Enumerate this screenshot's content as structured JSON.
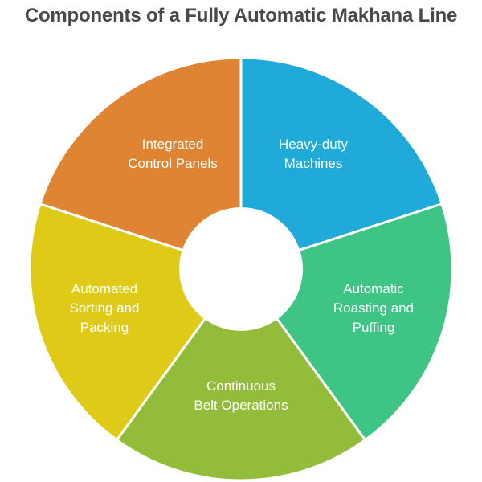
{
  "title": "Components of a Fully Automatic Makhana Line",
  "segments": [
    {
      "id": "heavy-duty-machines",
      "lines": [
        "Heavy-duty",
        "Machines"
      ],
      "color": "#20AAD9"
    },
    {
      "id": "automatic-roasting-and-puffing",
      "lines": [
        "Automatic",
        "Roasting and",
        "Puffing"
      ],
      "color": "#3EC585"
    },
    {
      "id": "continuous-belt-operations",
      "lines": [
        "Continuous",
        "Belt Operations"
      ],
      "color": "#92BC3A"
    },
    {
      "id": "automated-sorting-and-packing",
      "lines": [
        "Automated",
        "Sorting and",
        "Packing"
      ],
      "color": "#DFCB17"
    },
    {
      "id": "integrated-control-panels",
      "lines": [
        "Integrated",
        "Control Panels"
      ],
      "color": "#DE8433"
    }
  ]
}
